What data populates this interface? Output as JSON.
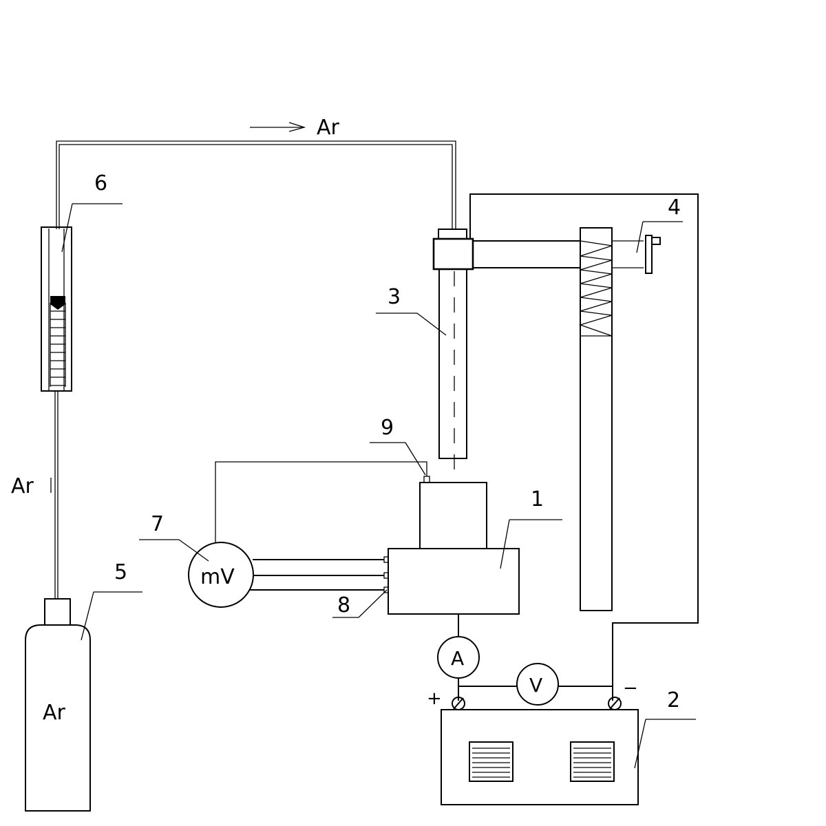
{
  "labels": {
    "ar_top": "Ar",
    "ar_side": "Ar",
    "ar_cylinder": "Ar",
    "millivoltmeter": "mV",
    "ammeter": "A",
    "voltmeter": "V",
    "plus": "+",
    "minus": "−"
  },
  "callouts": [
    "1",
    "2",
    "3",
    "4",
    "5",
    "6",
    "7",
    "8",
    "9"
  ]
}
